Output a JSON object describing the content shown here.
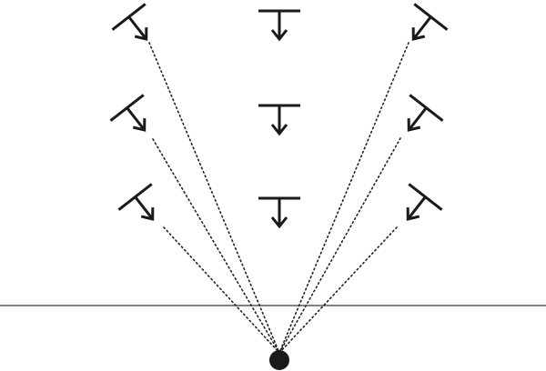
{
  "colors": {
    "background": "#ffffff",
    "ink": "#1a1a1a",
    "ground_line": "#333333",
    "sight_line": "#222222"
  },
  "elements": {
    "emitters": {
      "count": 9,
      "icon": "t-bar-arrow-icon",
      "groups": [
        "left-column",
        "center-column",
        "right-column"
      ],
      "rows": [
        "top",
        "middle",
        "bottom"
      ]
    },
    "ground": {
      "icon": "horizontal-line"
    },
    "point_source": {
      "icon": "filled-dot-icon"
    },
    "sight_lines": {
      "style": "dotted",
      "count": 6
    }
  }
}
